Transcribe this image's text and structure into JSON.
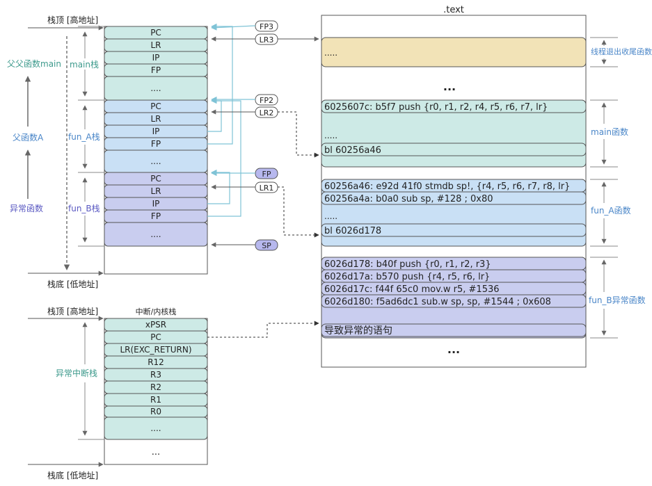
{
  "stack": {
    "top_label": "栈顶 [高地址]",
    "bottom_label": "栈底 [低地址]",
    "caller_labels": [
      "父父函数main",
      "父函数A",
      "异常函数"
    ],
    "frame_labels": [
      "main栈",
      "fun_A栈",
      "fun_B栈"
    ],
    "main_cells": [
      "PC",
      "LR",
      "IP",
      "FP",
      "...."
    ],
    "funa_cells": [
      "PC",
      "LR",
      "IP",
      "FP",
      "...."
    ],
    "funb_cells": [
      "PC",
      "LR",
      "IP",
      "FP",
      "...."
    ],
    "pointers": [
      "FP3",
      "LR3",
      "FP2",
      "LR2",
      "FP",
      "LR1",
      "SP"
    ]
  },
  "isr": {
    "top_label": "栈顶 [高地址]",
    "bottom_label": "栈底 [低地址]",
    "title": "中断/内核栈",
    "side_label": "异常中断栈",
    "cells": [
      "xPSR",
      "PC",
      "LR(EXC_RETURN)",
      "R12",
      "R3",
      "R2",
      "R1",
      "R0",
      "...."
    ],
    "bottom_dots": "..."
  },
  "text_section": {
    "title": ".text",
    "exit_lines": [
      "....."
    ],
    "dots1": "...",
    "main_lines": [
      "6025607c: b5f7 push {r0, r1, r2, r4, r5, r6, r7, lr}",
      ".....",
      "bl 60256a46"
    ],
    "funa_lines": [
      "60256a46: e92d 41f0 stmdb sp!, {r4, r5, r6, r7, r8, lr}",
      "60256a4a: b0a0 sub sp, #128 ; 0x80",
      ".....",
      "bl 6026d178"
    ],
    "funb_lines": [
      "6026d178: b40f        push {r0, r1, r2, r3}",
      "6026d17a: b570        push {r4, r5, r6, lr}",
      "6026d17c: f44f 65c0 mov.w r5, #1536",
      "6026d180: f5ad6dc1  sub.w sp, sp, #1544 ; 0x608",
      "导致异常的语句"
    ],
    "dots2": "...",
    "side_labels": [
      "线程退出收尾函数",
      "main函数",
      "fun_A函数",
      "fun_B异常函数"
    ]
  },
  "colors": {
    "main": "#cdeae6",
    "funa": "#c9e0f5",
    "funb": "#c9cdef",
    "exit": "#f2e3b7",
    "teal_text": "#3d9a8c",
    "blue_text": "#4a86c8",
    "purple_text": "#5a59c2",
    "line": "#777777"
  }
}
